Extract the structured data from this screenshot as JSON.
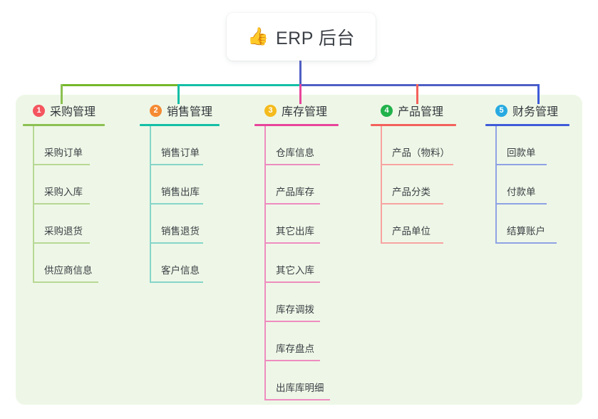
{
  "root": {
    "icon": "thumbs-up-icon",
    "icon_glyph": "👍",
    "title": "ERP 后台"
  },
  "panel": {
    "background_color": "#eef7e7"
  },
  "connector": {
    "trunk_color": "#4f5fc4",
    "segments": [
      {
        "name": "segment-green",
        "color": "#76b82a"
      },
      {
        "name": "segment-teal",
        "color": "#14bfa6"
      },
      {
        "name": "segment-blue",
        "color": "#4f5fc4"
      }
    ]
  },
  "columns": [
    {
      "number": "1",
      "title": "采购管理",
      "badge_color": "#f4555f",
      "line_color": "#8cc152",
      "light_line_color": "#b7d894",
      "items": [
        "采购订单",
        "采购入库",
        "采购退货",
        "供应商信息"
      ]
    },
    {
      "number": "2",
      "title": "销售管理",
      "badge_color": "#f58a33",
      "line_color": "#13bfa6",
      "light_line_color": "#86d5c9",
      "items": [
        "销售订单",
        "销售出库",
        "销售退货",
        "客户信息"
      ]
    },
    {
      "number": "3",
      "title": "库存管理",
      "badge_color": "#f5bb1d",
      "line_color": "#e8459b",
      "light_line_color": "#ee8cc0",
      "items": [
        "仓库信息",
        "产品库存",
        "其它出库",
        "其它入库",
        "库存调拨",
        "库存盘点",
        "出库库明细"
      ]
    },
    {
      "number": "4",
      "title": "产品管理",
      "badge_color": "#22b24c",
      "line_color": "#f4615c",
      "light_line_color": "#f7a3a0",
      "items": [
        "产品（物料）",
        "产品分类",
        "产品单位"
      ]
    },
    {
      "number": "5",
      "title": "财务管理",
      "badge_color": "#28aae1",
      "line_color": "#3f5bd8",
      "light_line_color": "#8fa2e4",
      "items": [
        "回款单",
        "付款单",
        "结算账户"
      ]
    }
  ]
}
